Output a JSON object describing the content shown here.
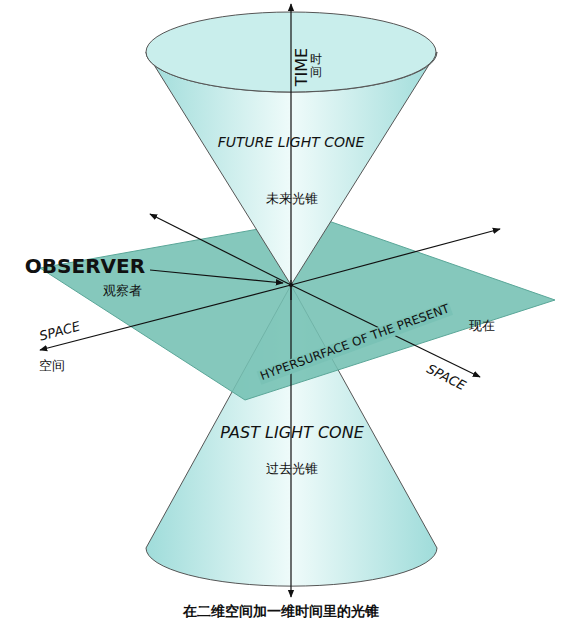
{
  "diagram": {
    "caption": "在二维空间加一维时间里的光锥",
    "labels": [
      "TIME",
      "时间",
      "FUTURE LIGHT CONE",
      "未来光锥",
      "OBSERVER",
      "观察者",
      "SPACE",
      "空间",
      "HYPERSURFACE OF THE PRESENT",
      "现在",
      "SPACE",
      "PAST LIGHT CONE",
      "过去光锥"
    ]
  }
}
